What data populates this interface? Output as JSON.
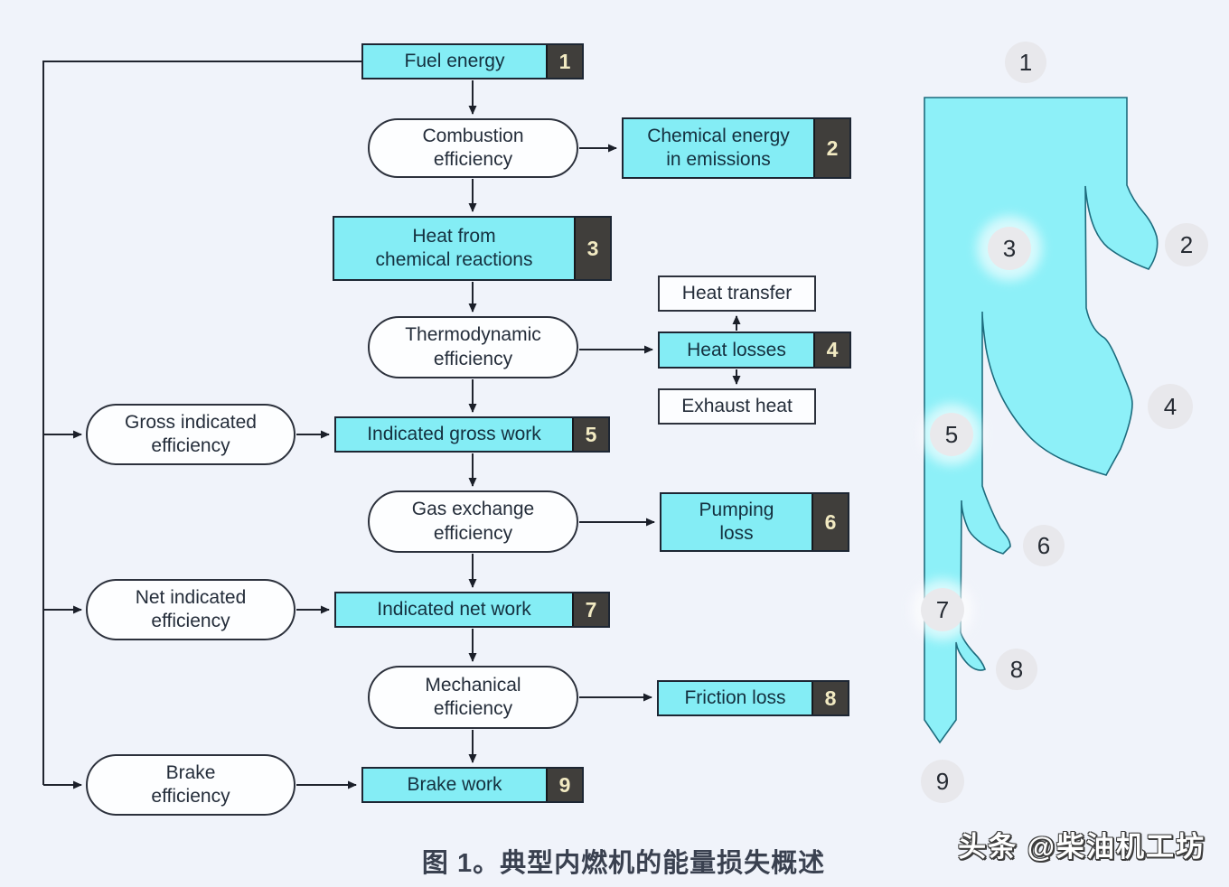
{
  "caption": "图 1。典型内燃机的能量损失概述",
  "watermark": "头条 @柴油机工坊",
  "colors": {
    "box_cyan": "#84edf5",
    "sankey_cyan": "#8df0f8",
    "sankey_outline": "#1d6b7d",
    "badge_bg": "#403e3b",
    "badge_text": "#f2eac2",
    "background": "#f0f3fa"
  },
  "nodes": {
    "fuel_energy": {
      "label": "Fuel energy",
      "num": "1"
    },
    "combustion_efficiency": {
      "label": "Combustion\nefficiency"
    },
    "chemical_energy_in_emissions": {
      "label": "Chemical energy\nin emissions",
      "num": "2"
    },
    "heat_from_chemical_reactions": {
      "label": "Heat from\nchemical reactions",
      "num": "3"
    },
    "heat_transfer": {
      "label": "Heat transfer"
    },
    "thermodynamic_efficiency": {
      "label": "Thermodynamic\nefficiency"
    },
    "heat_losses": {
      "label": "Heat losses",
      "num": "4"
    },
    "exhaust_heat": {
      "label": "Exhaust heat"
    },
    "gross_indicated_efficiency": {
      "label": "Gross indicated\nefficiency"
    },
    "indicated_gross_work": {
      "label": "Indicated gross work",
      "num": "5"
    },
    "gas_exchange_efficiency": {
      "label": "Gas exchange\nefficiency"
    },
    "pumping_loss": {
      "label": "Pumping\nloss",
      "num": "6"
    },
    "net_indicated_efficiency": {
      "label": "Net indicated\nefficiency"
    },
    "indicated_net_work": {
      "label": "Indicated net work",
      "num": "7"
    },
    "mechanical_efficiency": {
      "label": "Mechanical\nefficiency"
    },
    "friction_loss": {
      "label": "Friction loss",
      "num": "8"
    },
    "brake_efficiency": {
      "label": "Brake\nefficiency"
    },
    "brake_work": {
      "label": "Brake work",
      "num": "9"
    }
  },
  "sankey": {
    "n1": "1",
    "n2": "2",
    "n3": "3",
    "n4": "4",
    "n5": "5",
    "n6": "6",
    "n7": "7",
    "n8": "8",
    "n9": "9"
  }
}
